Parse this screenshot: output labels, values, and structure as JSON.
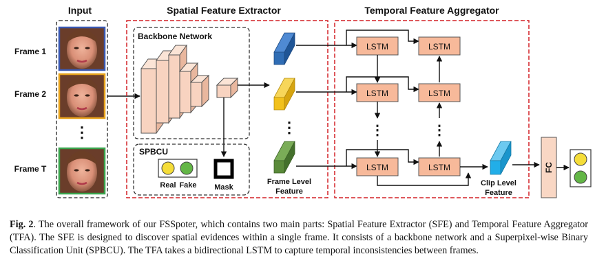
{
  "headers": {
    "input": "Input",
    "sfe": "Spatial Feature Extractor",
    "tfa": "Temporal Feature Aggregator"
  },
  "frames": [
    "Frame 1",
    "Frame 2",
    "Frame T"
  ],
  "ellipsis": "⋮",
  "backbone_label": "Backbone Network",
  "spbcu": {
    "title": "SPBCU",
    "real": "Real",
    "fake": "Fake",
    "mask": "Mask"
  },
  "frame_level_feature": [
    "Frame Level",
    "Feature"
  ],
  "lstm_label": "LSTM",
  "clip_level_feature": [
    "Clip Level",
    "Feature"
  ],
  "fc_label": "FC",
  "colors": {
    "red_dashed": "#d42027",
    "lstm_fill": "#f7b99a",
    "backbone_fill": "#f8d3c0",
    "fc_fill": "#f9d7c4",
    "blue_bar": "#2f6db5",
    "yellow_bar": "#f2c11c",
    "green_bar": "#5a8a3a",
    "clip_bar": "#22aee8",
    "real_dot": "#f5dd39",
    "fake_dot": "#63b646",
    "frame1_border": "#3a58b0",
    "frame2_border": "#e7a21c",
    "frameT_border": "#3aa34d"
  },
  "caption": {
    "fig_label": "Fig. 2",
    "text": ". The overall framework of our FSSpoter, which contains two main parts: Spatial Feature Extractor (SFE) and Temporal Feature Aggregator (TFA). The SFE is designed to discover spatial evidences within a single frame. It consists of a backbone network and a Superpixel-wise Binary Classification Unit (SPBCU). The TFA takes a bidirectional LSTM to capture temporal inconsistencies between frames."
  }
}
